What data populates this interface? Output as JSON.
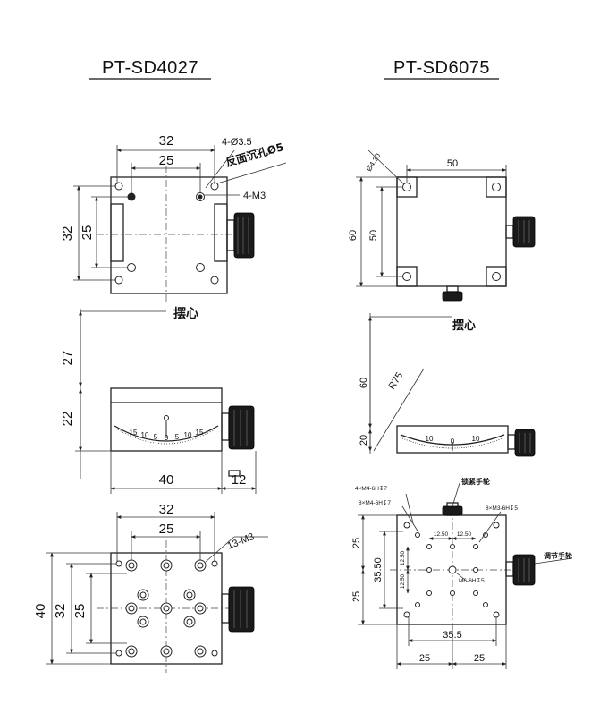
{
  "titles": {
    "left": "PT-SD4027",
    "right": "PT-SD6075"
  },
  "left": {
    "top_view": {
      "dim_32": "32",
      "dim_25": "25",
      "hole_note": "4-Ø3.5",
      "counterbore_note": "反面沉孔Ø5",
      "thread_note": "4-M3",
      "dim_32_v": "32",
      "dim_25_v": "25"
    },
    "side_view": {
      "center_label": "摆心",
      "dim_27": "27",
      "dim_22": "22",
      "dim_40": "40",
      "dim_12": "12",
      "scale_labels": [
        "15",
        "10",
        "5",
        "0",
        "5",
        "10",
        "15"
      ]
    },
    "bottom_view": {
      "dim_32": "32",
      "dim_25": "25",
      "thread_note": "13-M3",
      "dim_40": "40",
      "dim_32_v": "32",
      "dim_25_v": "25"
    }
  },
  "right": {
    "top_view": {
      "hole_note": "Ø4.30",
      "dim_50": "50",
      "dim_60_v": "60",
      "dim_50_v": "50"
    },
    "side_view": {
      "center_label": "摆心",
      "dim_60": "60",
      "radius_note": "R75",
      "dim_20": "20",
      "scale_labels": [
        "10",
        "0",
        "10"
      ]
    },
    "bottom_view": {
      "lock_knob": "锁紧手轮",
      "adjust_knob": "调节手轮",
      "note_a": "4×M4-6H↧7",
      "note_b": "8×M4-6H↧7",
      "note_c": "8×M3-6H↧5",
      "note_d": "M6-6H↧5",
      "dim_1250_a": "12.50",
      "dim_1250_b": "12.50",
      "dim_1250_c": "12.50",
      "dim_1250_d": "12.50",
      "dim_25_a": "25",
      "dim_3550": "35.50",
      "dim_25_b": "25",
      "dim_355": "35.5",
      "dim_25_c": "25",
      "dim_25_d": "25"
    }
  }
}
